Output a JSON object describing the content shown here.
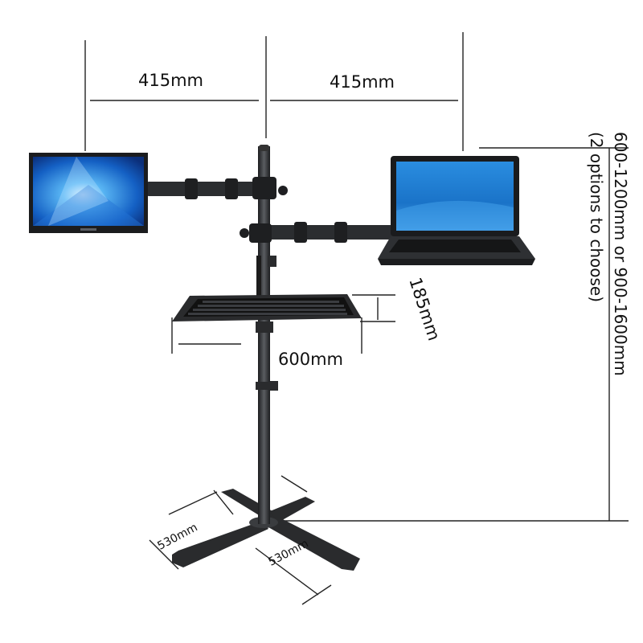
{
  "dimensions": {
    "arm_left": "415mm",
    "arm_right": "415mm",
    "tray_width": "600mm",
    "tray_depth": "185mm",
    "base_left": "530mm",
    "base_right": "530mm",
    "height_line1": "600-1200mm or 900-1600mm",
    "height_line2": "(2 options to choose)"
  },
  "colors": {
    "metal": "#2b2d30",
    "line": "#222222",
    "screen_blue": "#1a6fd0"
  }
}
